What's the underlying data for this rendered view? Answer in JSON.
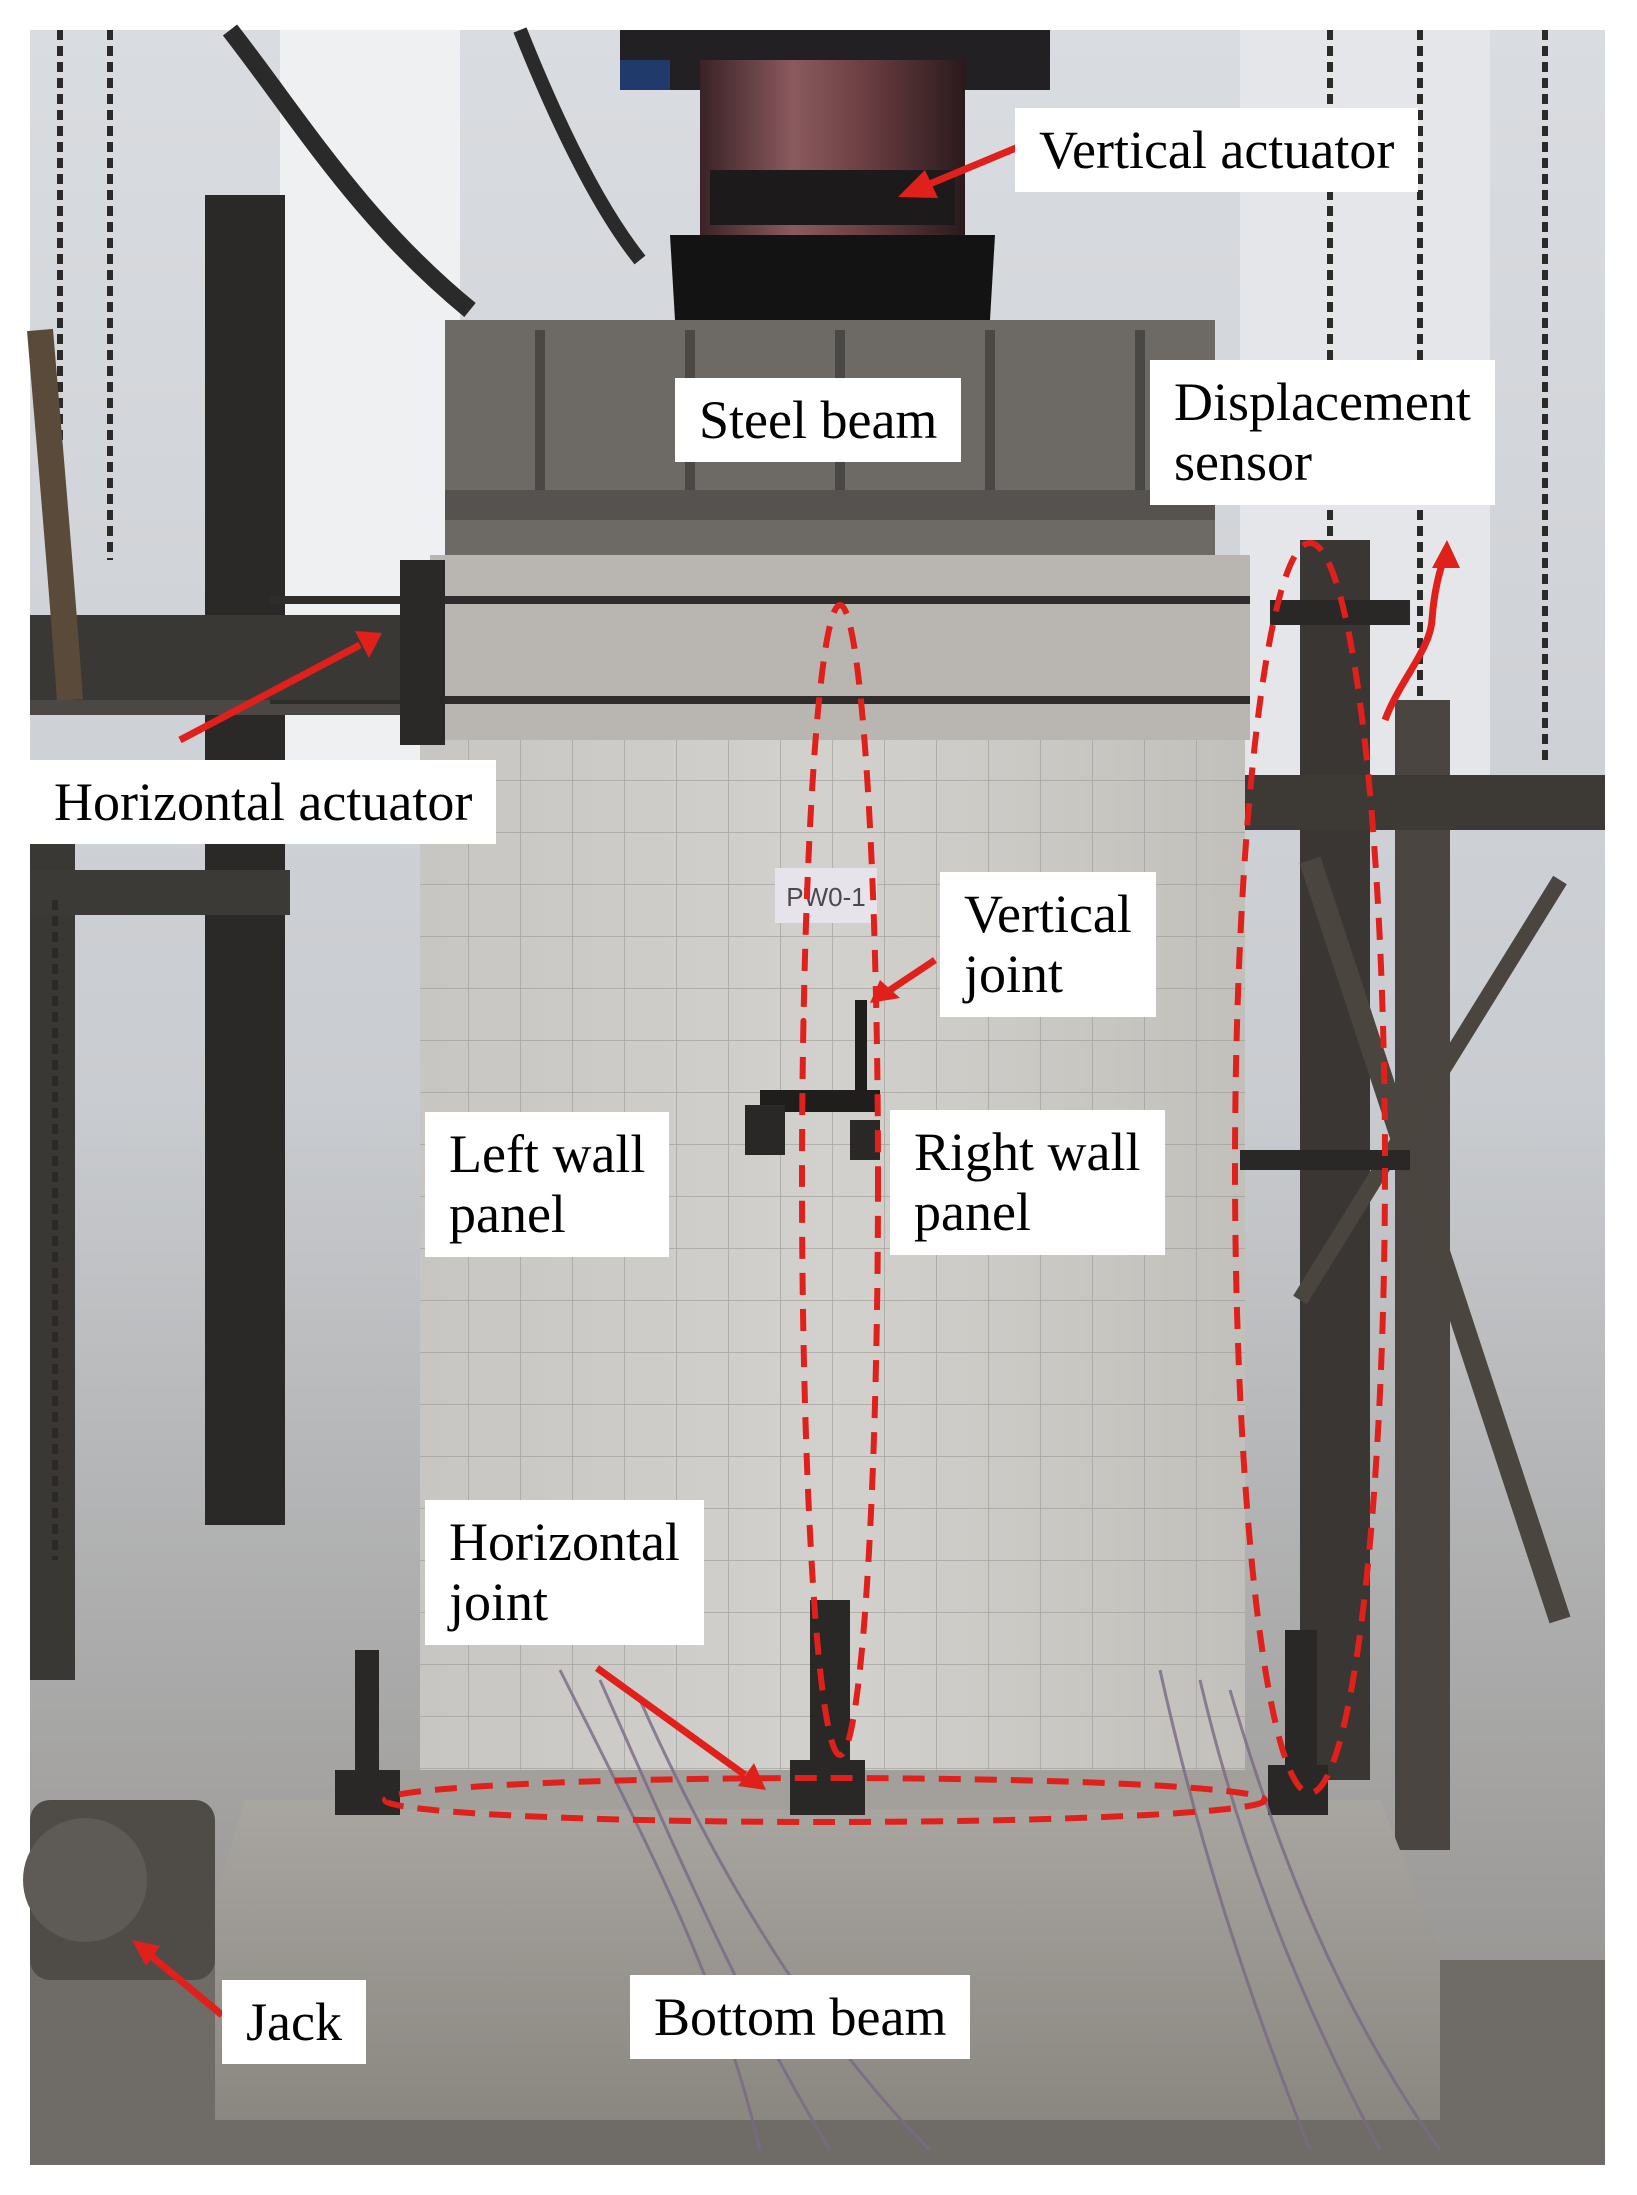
{
  "labels": {
    "vertical_actuator": "Vertical actuator",
    "steel_beam": "Steel beam",
    "displacement_sensor_line1": "Displacement",
    "displacement_sensor_line2": "sensor",
    "horizontal_actuator": "Horizontal actuator",
    "vertical_joint_line1": "Vertical",
    "vertical_joint_line2": "joint",
    "left_wall_panel_line1": "Left wall",
    "left_wall_panel_line2": "panel",
    "right_wall_panel_line1": "Right wall",
    "right_wall_panel_line2": "panel",
    "horizontal_joint_line1": "Horizontal",
    "horizontal_joint_line2": "joint",
    "jack": "Jack",
    "bottom_beam": "Bottom beam",
    "specimen_tag": "PW0-1"
  },
  "colors": {
    "annotation": "#e0201b",
    "label_background": "#ffffff",
    "label_text": "#000000"
  }
}
